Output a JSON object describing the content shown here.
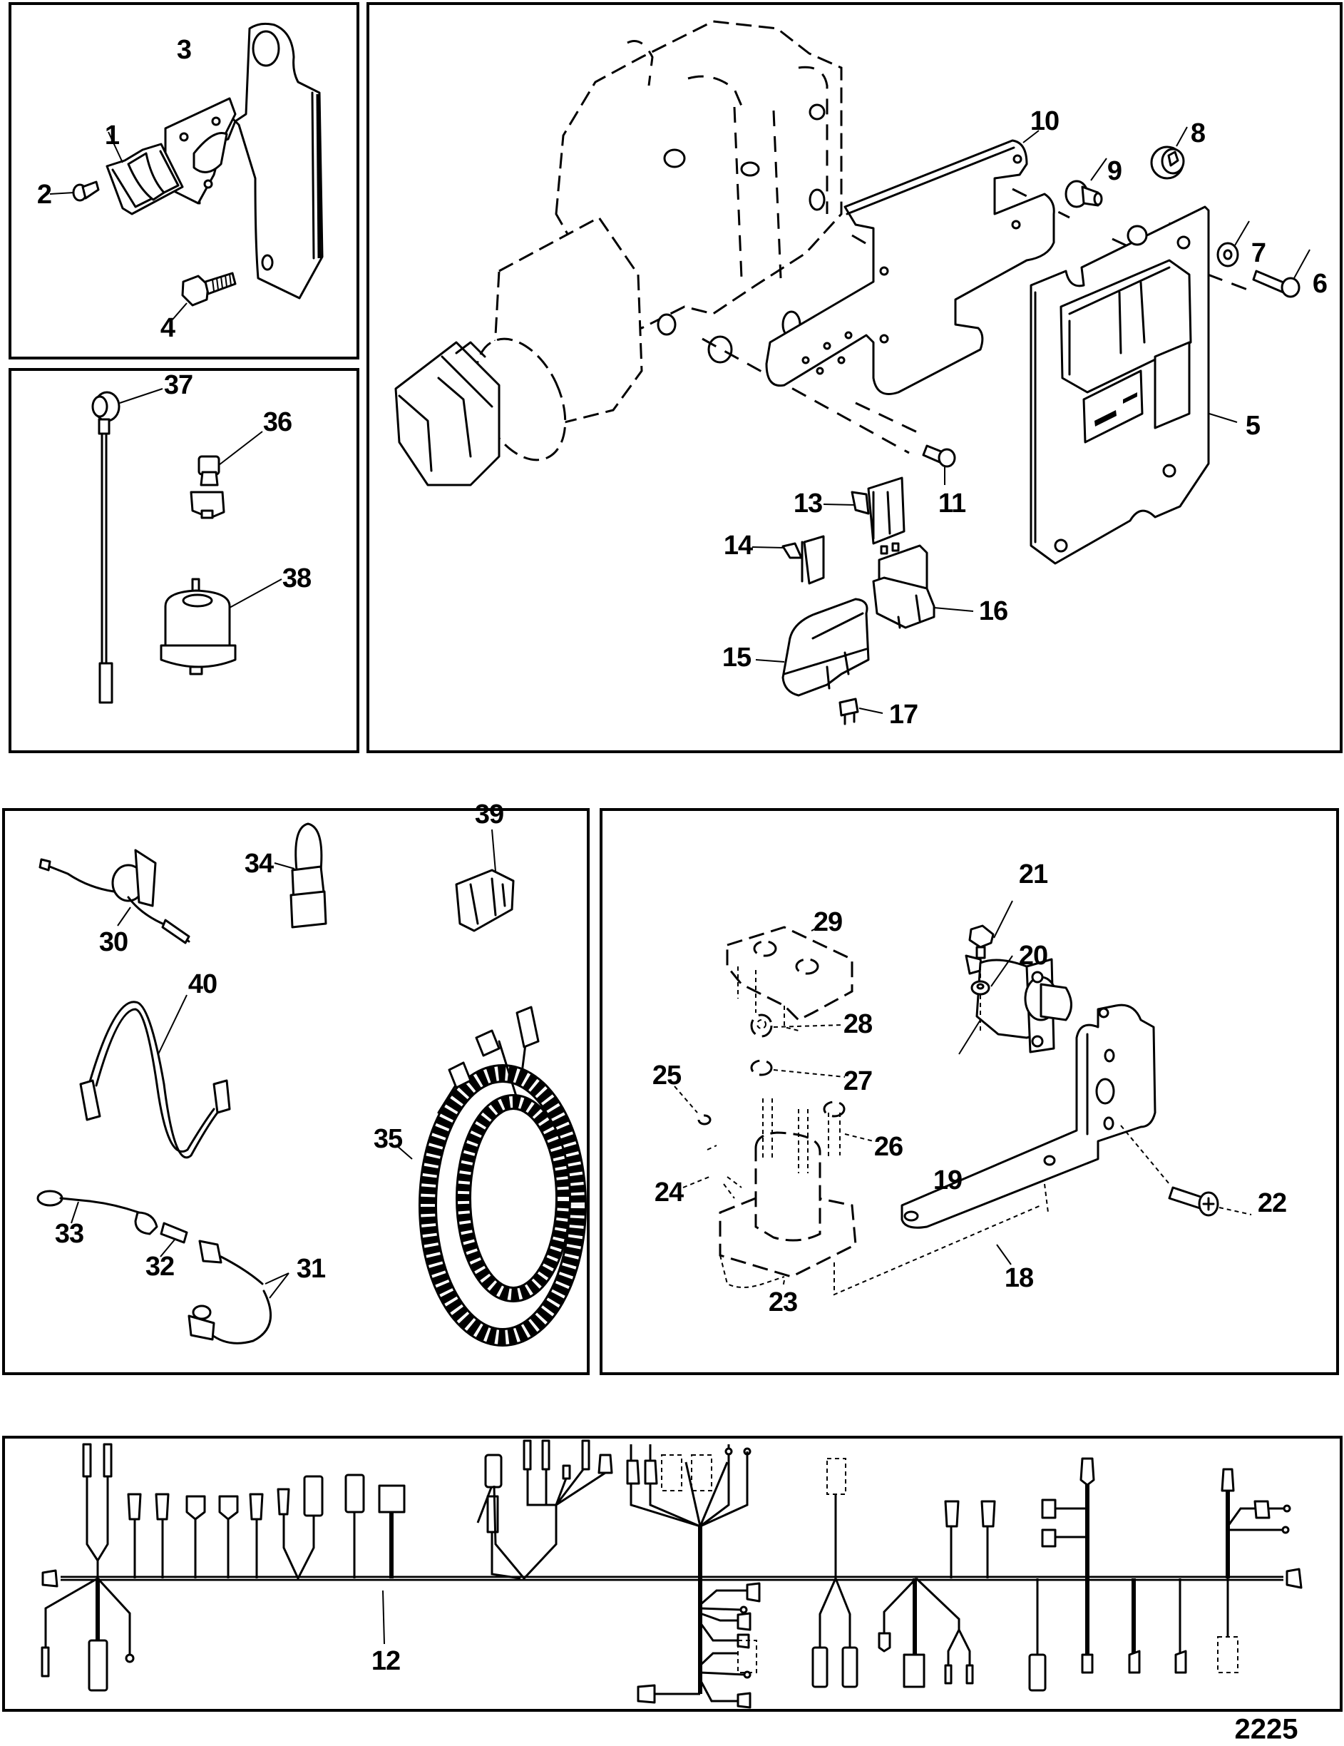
{
  "diagram": {
    "type": "exploded parts diagram",
    "figure_number": "2225",
    "panels": [
      {
        "id": "bracket-panel",
        "callouts": [
          "1",
          "2",
          "3",
          "4"
        ]
      },
      {
        "id": "sensor-panel",
        "callouts": [
          "37",
          "36",
          "38"
        ]
      },
      {
        "id": "ecm-panel",
        "callouts": [
          "10",
          "9",
          "8",
          "7",
          "6",
          "5",
          "11",
          "13",
          "14",
          "16",
          "15",
          "17"
        ]
      },
      {
        "id": "wiring-parts-panel",
        "callouts": [
          "30",
          "34",
          "39",
          "40",
          "35",
          "33",
          "32",
          "31"
        ]
      },
      {
        "id": "solenoid-panel",
        "callouts": [
          "29",
          "21",
          "20",
          "28",
          "27",
          "25",
          "26",
          "19",
          "24",
          "22",
          "23",
          "18"
        ]
      },
      {
        "id": "harness-panel",
        "callouts": [
          "12"
        ]
      }
    ]
  },
  "callouts": {
    "c1": "1",
    "c2": "2",
    "c3": "3",
    "c4": "4",
    "c5": "5",
    "c6": "6",
    "c7": "7",
    "c8": "8",
    "c9": "9",
    "c10": "10",
    "c11": "11",
    "c12": "12",
    "c13": "13",
    "c14": "14",
    "c15": "15",
    "c16": "16",
    "c17": "17",
    "c18": "18",
    "c19": "19",
    "c20": "20",
    "c21": "21",
    "c22": "22",
    "c23": "23",
    "c24": "24",
    "c25": "25",
    "c26": "26",
    "c27": "27",
    "c28": "28",
    "c29": "29",
    "c30": "30",
    "c31": "31",
    "c32": "32",
    "c33": "33",
    "c34": "34",
    "c35": "35",
    "c36": "36",
    "c37": "37",
    "c38": "38",
    "c39": "39",
    "c40": "40"
  },
  "colors": {
    "line": "#000000",
    "background": "#ffffff"
  }
}
